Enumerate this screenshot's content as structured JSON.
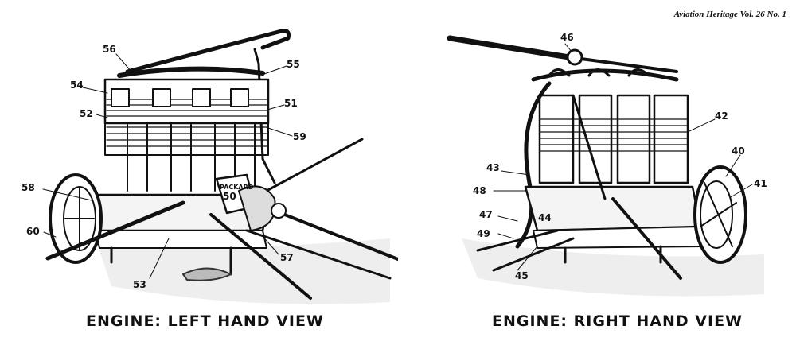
{
  "header": {
    "citation": "Aviation Heritage  Vol. 26  No. 1"
  },
  "left_view": {
    "caption": "ENGINE:  LEFT  HAND  VIEW",
    "plate_text": "PACKARD",
    "callouts": [
      {
        "id": "56",
        "label": "56"
      },
      {
        "id": "55",
        "label": "55"
      },
      {
        "id": "54",
        "label": "54"
      },
      {
        "id": "51",
        "label": "51"
      },
      {
        "id": "52",
        "label": "52"
      },
      {
        "id": "59",
        "label": "59"
      },
      {
        "id": "58",
        "label": "58"
      },
      {
        "id": "50",
        "label": "50"
      },
      {
        "id": "60",
        "label": "60"
      },
      {
        "id": "57",
        "label": "57"
      },
      {
        "id": "53",
        "label": "53"
      }
    ]
  },
  "right_view": {
    "caption": "ENGINE:  RIGHT  HAND  VIEW",
    "callouts": [
      {
        "id": "46",
        "label": "46"
      },
      {
        "id": "42",
        "label": "42"
      },
      {
        "id": "40",
        "label": "40"
      },
      {
        "id": "43",
        "label": "43"
      },
      {
        "id": "41",
        "label": "41"
      },
      {
        "id": "48",
        "label": "48"
      },
      {
        "id": "47",
        "label": "47"
      },
      {
        "id": "44",
        "label": "44"
      },
      {
        "id": "49",
        "label": "49"
      },
      {
        "id": "45",
        "label": "45"
      }
    ]
  }
}
